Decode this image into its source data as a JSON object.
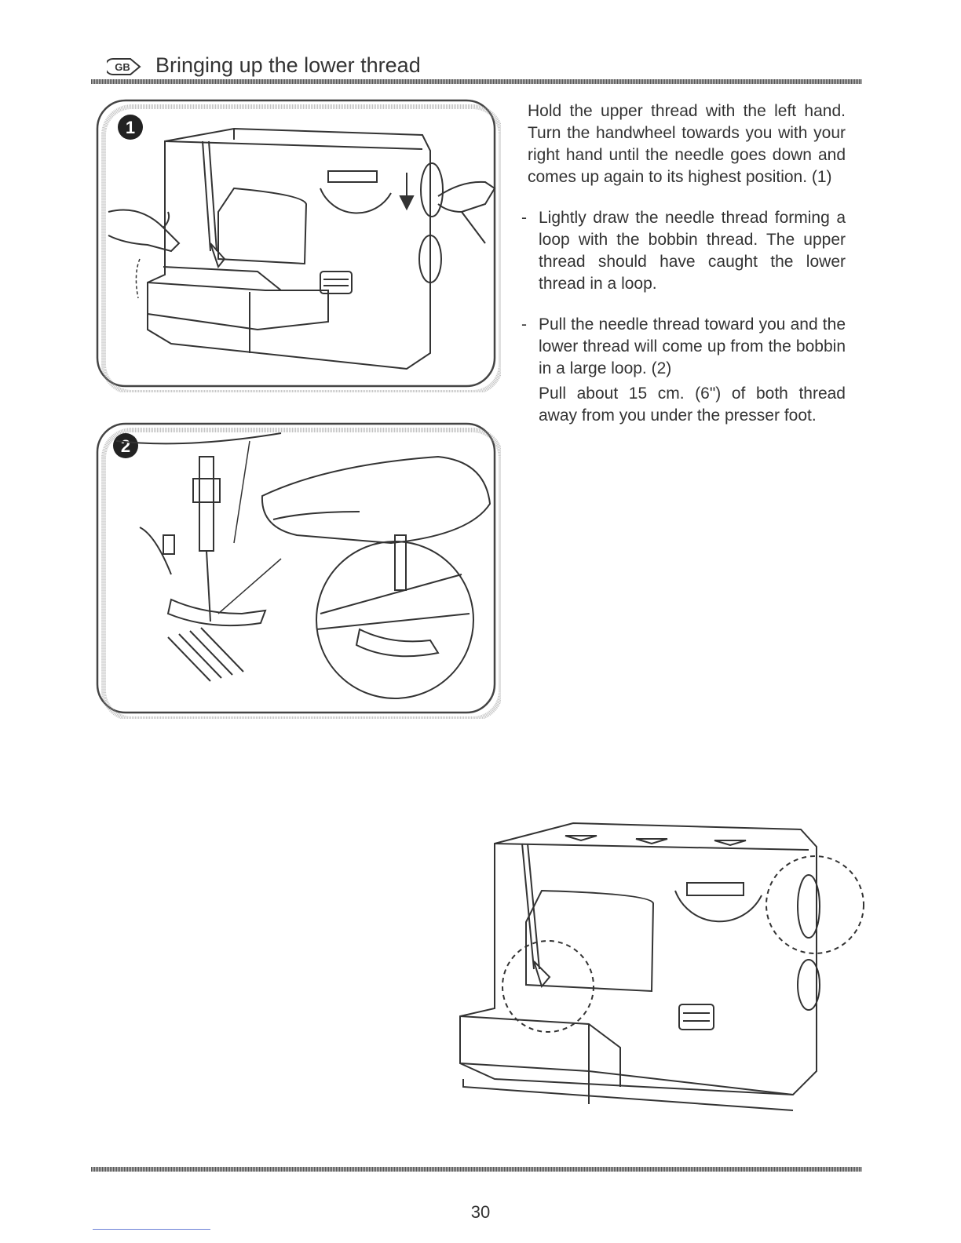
{
  "header": {
    "lang_badge": "GB",
    "title": "Bringing up the lower thread"
  },
  "figures": {
    "fig1_marker": "1",
    "fig2_marker": "2"
  },
  "instructions": {
    "p1": "Hold the upper thread with the left hand. Turn the handwheel towards you with your right hand until the needle goes down and comes up again to its highest position. (1)",
    "p2_dash": "-",
    "p2": "Lightly draw the needle thread forming a loop with the bobbin thread. The upper thread should have caught the lower thread in a loop.",
    "p3_dash": "-",
    "p3": "Pull the needle thread toward you and the lower thread will come up from the bobbin in a large loop. (2)",
    "p4": "Pull about 15 cm. (6\") of both thread away from you under the presser foot."
  },
  "footer": {
    "page_number": "30"
  }
}
